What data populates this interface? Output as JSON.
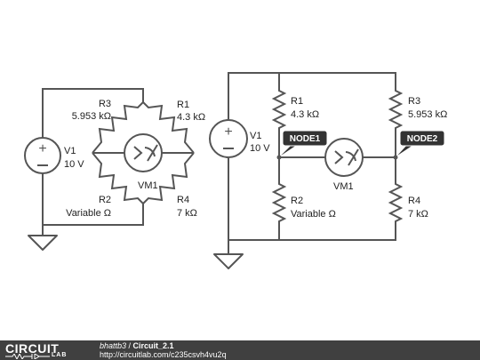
{
  "left_circuit": {
    "v1": {
      "name": "V1",
      "value": "10 V"
    },
    "r1": {
      "name": "R1",
      "value": "4.3 kΩ"
    },
    "r2": {
      "name": "R2",
      "value": "Variable Ω"
    },
    "r3": {
      "name": "R3",
      "value": "5.953 kΩ"
    },
    "r4": {
      "name": "R4",
      "value": "7 kΩ"
    },
    "vm1": {
      "name": "VM1"
    }
  },
  "right_circuit": {
    "v1": {
      "name": "V1",
      "value": "10 V"
    },
    "r1": {
      "name": "R1",
      "value": "4.3 kΩ"
    },
    "r2": {
      "name": "R2",
      "value": "Variable Ω"
    },
    "r3": {
      "name": "R3",
      "value": "5.953 kΩ"
    },
    "r4": {
      "name": "R4",
      "value": "7 kΩ"
    },
    "vm1": {
      "name": "VM1"
    },
    "node1": "NODE1",
    "node2": "NODE2"
  },
  "footer": {
    "logo_top": "CIRCUIT",
    "logo_bottom": "LAB",
    "author": "bhattb3",
    "separator": " / ",
    "circuit_name": "Circuit_2.1",
    "url": "http://circuitlab.com/c235csvh4vu2q"
  },
  "colors": {
    "wire": "#555555",
    "footer_bg": "#404040",
    "label_bg": "#333333"
  }
}
